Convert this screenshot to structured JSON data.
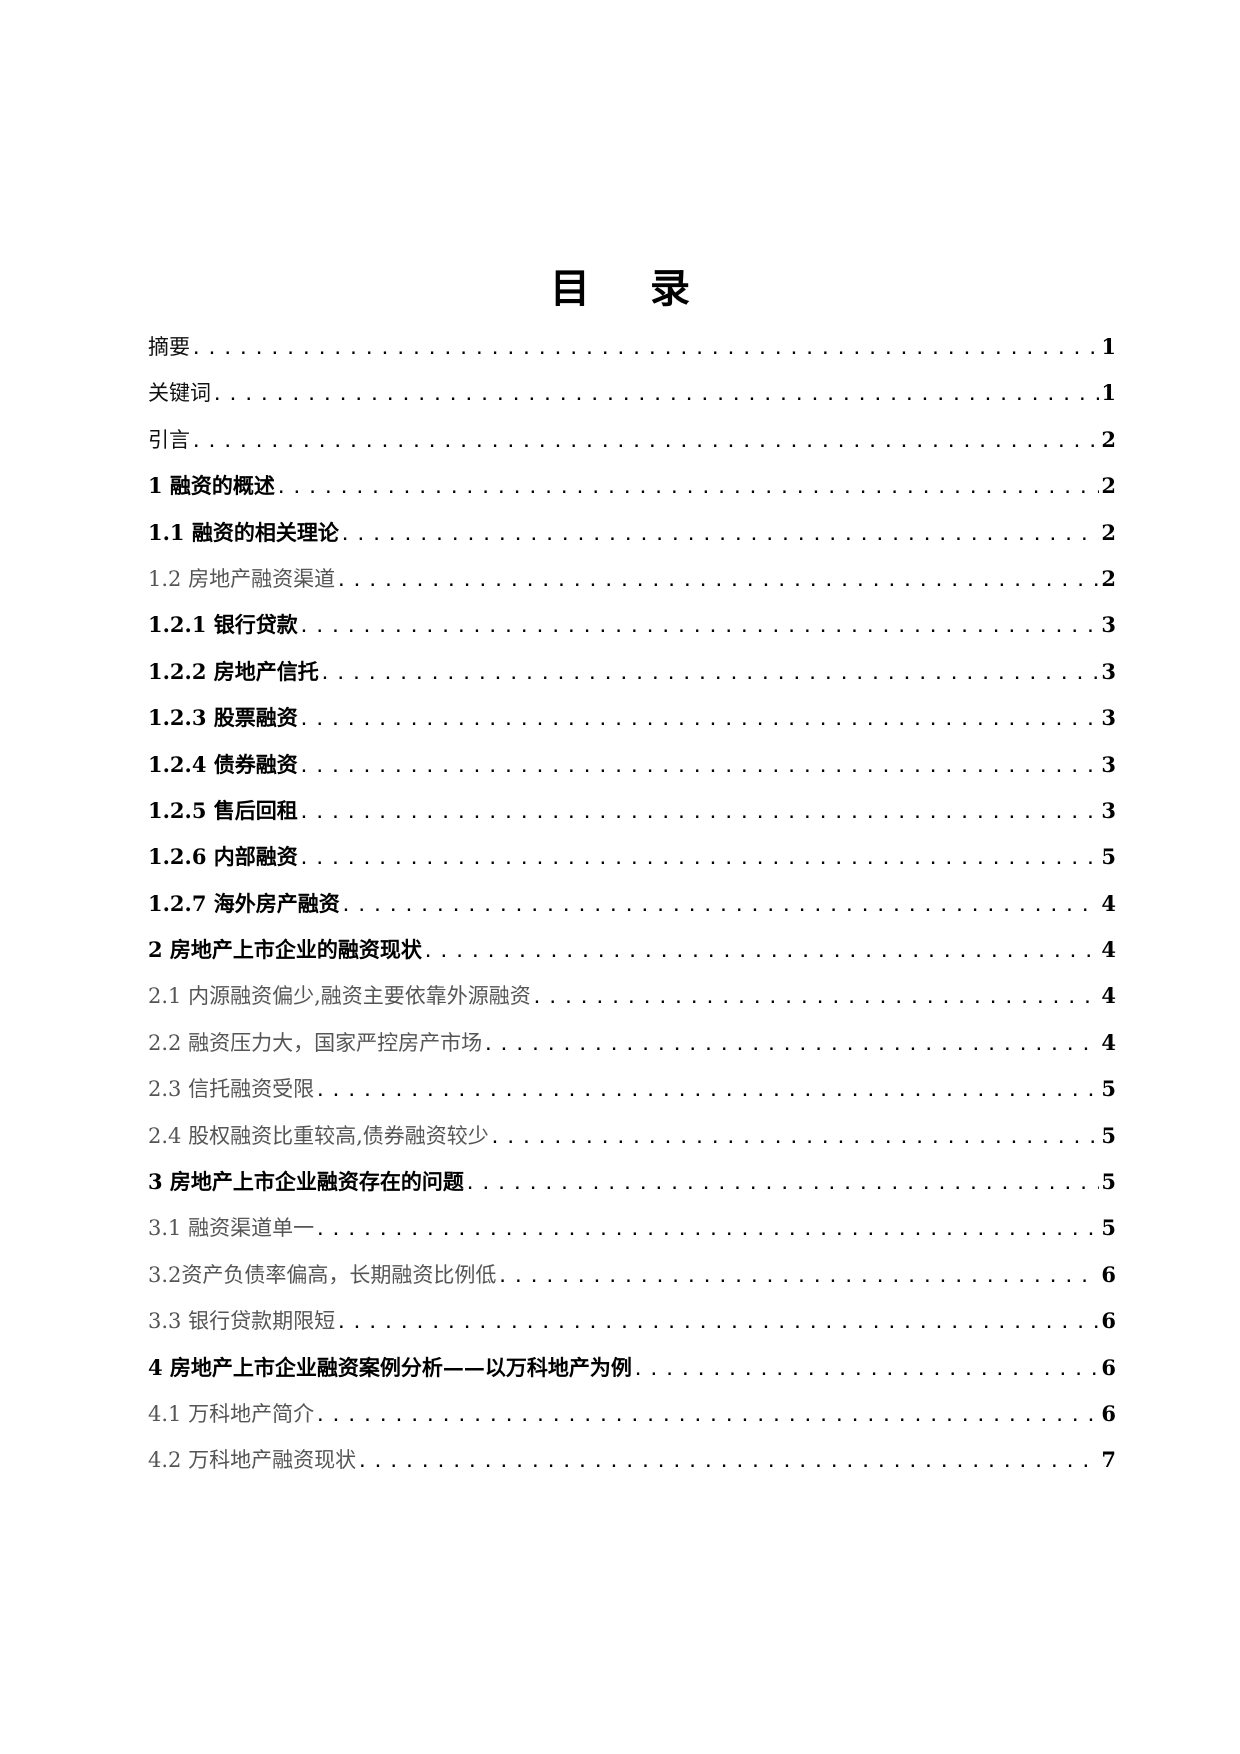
{
  "document": {
    "title": "目录",
    "title_chars": [
      "目",
      "录"
    ]
  },
  "toc": [
    {
      "label": "摘要",
      "page": "1",
      "style": "plain"
    },
    {
      "label": "关键词",
      "page": "1",
      "style": "plain"
    },
    {
      "label": "引言",
      "page": "2",
      "style": "plain"
    },
    {
      "label": "1 融资的概述",
      "page": "2",
      "style": "bold"
    },
    {
      "label": "1.1 融资的相关理论",
      "page": "2",
      "style": "bold"
    },
    {
      "label": "1.2 房地产融资渠道",
      "page": "2",
      "style": "light"
    },
    {
      "label": "1.2.1 银行贷款",
      "page": "3",
      "style": "bold"
    },
    {
      "label": "1.2.2 房地产信托",
      "page": "3",
      "style": "bold"
    },
    {
      "label": "1.2.3 股票融资",
      "page": "3",
      "style": "bold"
    },
    {
      "label": "1.2.4 债券融资",
      "page": "3",
      "style": "bold"
    },
    {
      "label": "1.2.5 售后回租",
      "page": "3",
      "style": "bold"
    },
    {
      "label": "1.2.6 内部融资",
      "page": "5",
      "style": "bold"
    },
    {
      "label": "1.2.7 海外房产融资",
      "page": "4",
      "style": "bold"
    },
    {
      "label": "2 房地产上市企业的融资现状",
      "page": "4",
      "style": "bold"
    },
    {
      "label": "2.1 内源融资偏少,融资主要依靠外源融资",
      "page": "4",
      "style": "light"
    },
    {
      "label": "2.2 融资压力大，国家严控房产市场",
      "page": "4",
      "style": "light"
    },
    {
      "label": "2.3 信托融资受限",
      "page": "5",
      "style": "light"
    },
    {
      "label": "2.4 股权融资比重较高,债券融资较少",
      "page": "5",
      "style": "light"
    },
    {
      "label": "3 房地产上市企业融资存在的问题",
      "page": "5",
      "style": "bold"
    },
    {
      "label": "3.1 融资渠道单一",
      "page": "5",
      "style": "light"
    },
    {
      "label": "3.2资产负债率偏高，长期融资比例低",
      "page": "6",
      "style": "light"
    },
    {
      "label": "3.3 银行贷款期限短",
      "page": "6",
      "style": "light"
    },
    {
      "label": "4 房地产上市企业融资案例分析——以万科地产为例",
      "page": "6",
      "style": "bold"
    },
    {
      "label": "4.1 万科地产简介",
      "page": "6",
      "style": "light"
    },
    {
      "label": "4.2 万科地产融资现状",
      "page": "7",
      "style": "light"
    }
  ]
}
